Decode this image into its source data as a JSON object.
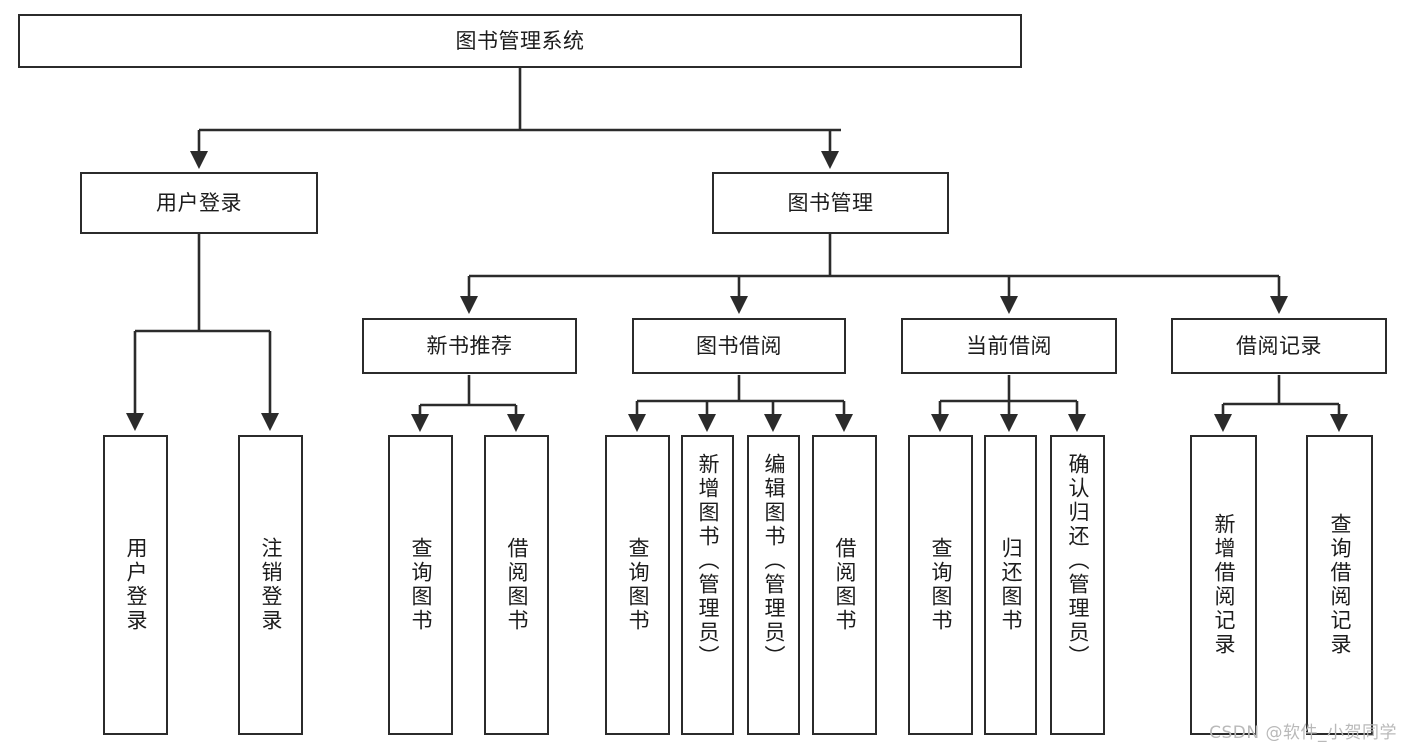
{
  "diagram": {
    "type": "tree-hierarchy-chart",
    "title_text": "图书管理系统",
    "background_color": "#ffffff",
    "line_color": "#2b2b2b",
    "box_border_color": "#2b2b2b",
    "box_fill_color": "#ffffff",
    "text_color": "#1c1c1c",
    "root": {
      "label": "图书管理系统"
    },
    "level2": [
      {
        "label": "用户登录"
      },
      {
        "label": "图书管理"
      }
    ],
    "level3": [
      {
        "label": "新书推荐"
      },
      {
        "label": "图书借阅"
      },
      {
        "label": "当前借阅"
      },
      {
        "label": "借阅记录"
      }
    ],
    "leaves": {
      "user_login": [
        {
          "label": "用户登录"
        },
        {
          "label": "注销登录"
        }
      ],
      "new_book_recommend": [
        {
          "label": "查询图书"
        },
        {
          "label": "借阅图书"
        }
      ],
      "book_borrow": [
        {
          "label": "查询图书"
        },
        {
          "label": "新增图书（管理员）"
        },
        {
          "label": "编辑图书（管理员）"
        },
        {
          "label": "借阅图书"
        }
      ],
      "current_borrow": [
        {
          "label": "查询图书"
        },
        {
          "label": "归还图书"
        },
        {
          "label": "确认归还（管理员）"
        }
      ],
      "borrow_record": [
        {
          "label": "新增借阅记录"
        },
        {
          "label": "查询借阅记录"
        }
      ]
    }
  },
  "watermark": {
    "text": "CSDN @软件_小贺同学"
  }
}
